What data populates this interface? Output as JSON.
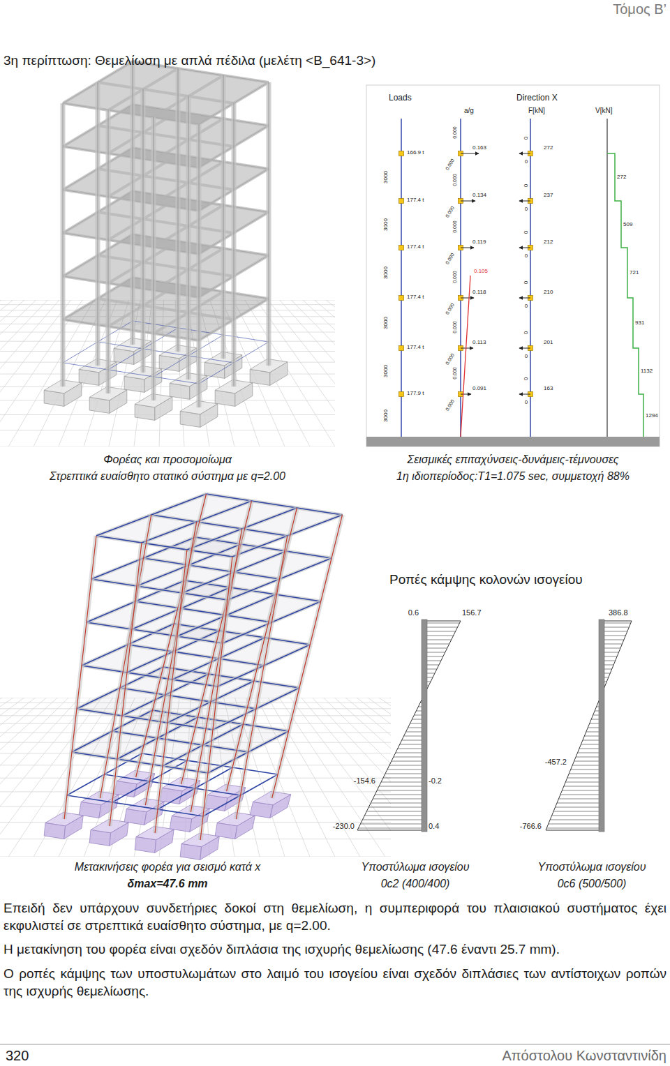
{
  "diagram": {
    "title": "3η περίπτωση: Θεμελίωση με απλά πέδιλα (μελέτη <Β_641-3>)",
    "labels": [
      "Τόμος Β’",
      "Loads",
      "Direction X",
      "a/g",
      "F[kN]",
      "V[kN]",
      "166.9 t",
      "177.4 t",
      "177.4 t",
      "177.4 t",
      "177.4 t",
      "177.9 t",
      "3000",
      "3000",
      "3000",
      "3000",
      "3000",
      "3000",
      "0.163",
      "0.134",
      "0.119",
      "0.118",
      "0.113",
      "0.091",
      "0.105",
      "0.000",
      "0.000",
      "0.000",
      "0.000",
      "0.000",
      "0.000",
      "0.000",
      "0.000",
      "0.000",
      "0.000",
      "0.000",
      "0.000",
      "272",
      "237",
      "212",
      "210",
      "201",
      "163",
      "0",
      "0",
      "0",
      "0",
      "0",
      "0",
      "0",
      "0",
      "0",
      "0",
      "0",
      "0",
      "272",
      "509",
      "721",
      "931",
      "1132",
      "1294",
      "Φορέας και προσομοίωμα",
      "Στρεπτικά ευαίσθητο στατικό σύστημα με q=2.00",
      "Σεισμικές επιταχύνσεις-δυνάμεις-τέμνουσες",
      "1η ιδιοπερίοδος:T1=1.075 sec, συμμετοχή 88%",
      "Ροπές κάμψης κολονών ισογείου",
      "0.6",
      "156.7",
      "-154.6",
      "-0.2",
      "-230.0",
      "0.4",
      "386.8",
      "-457.2",
      "-766.6",
      "Μετακινήσεις φορέα για σεισμό κατά x",
      "δmax=47.6 mm",
      "Υποστύλωμα ισογείου",
      "0c2 (400/400)",
      "Υποστύλωμα ισογείου",
      "0c6 (500/500)",
      "Επειδή δεν υπάρχουν συνδετήριες δοκοί στη θεμελίωση, η συμπεριφορά του πλαισιακού συστήματος έχει εκφυλιστεί σε στρεπτικά ευαίσθητο σύστημα, με q=2.00.",
      "Η μετακίνηση του φορέα είναι σχεδόν διπλάσια της ισχυρής θεμελίωσης (47.6 έναντι 25.7 mm).",
      "Ο ροπές κάμψης των υποστυλωμάτων στο λαιμό του ισογείου είναι σχεδόν διπλάσιες των αντίστοιχων ροπών της ισχυρής θεμελίωσης.",
      "320",
      "Απόστολου Κωνσταντινίδη"
    ]
  }
}
